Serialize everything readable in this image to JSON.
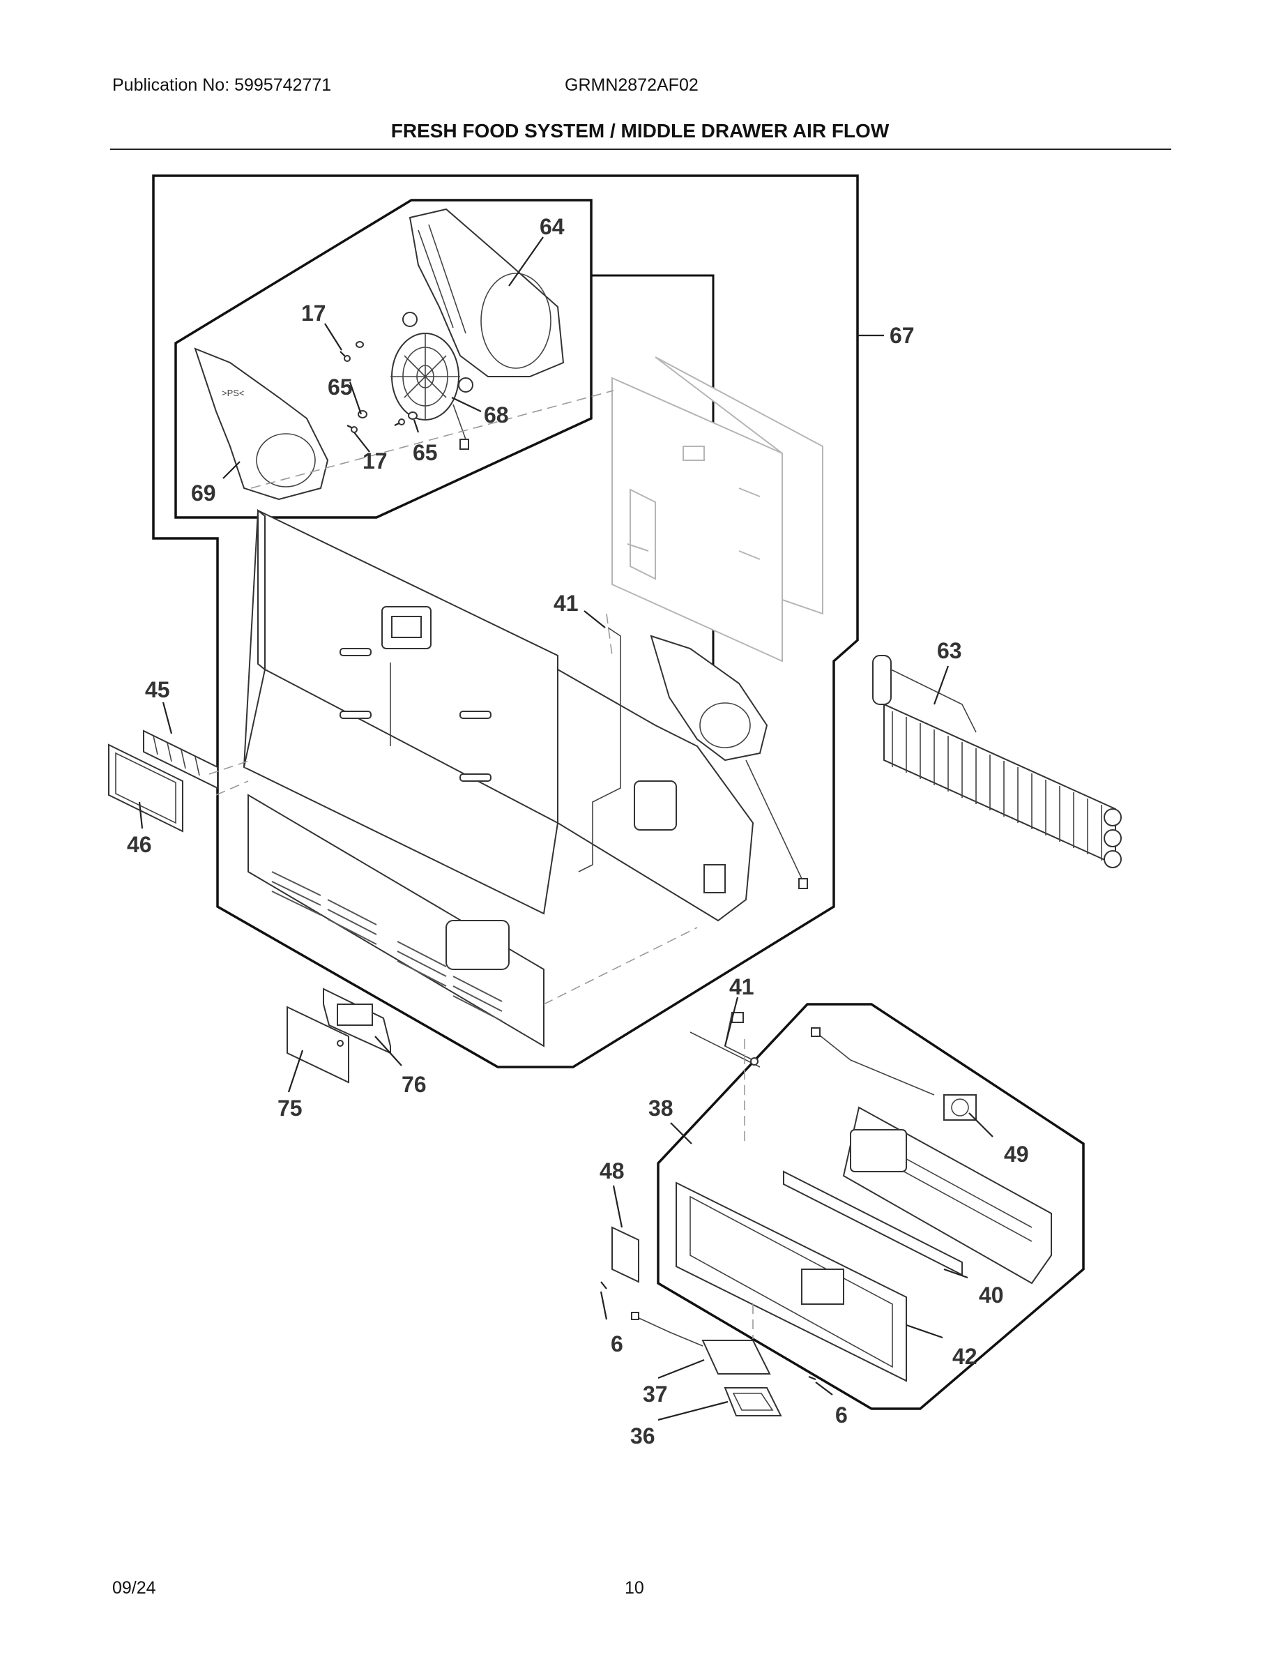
{
  "header": {
    "publication": "Publication No: 5995742771",
    "model": "GRMN2872AF02"
  },
  "title": "FRESH FOOD SYSTEM / MIDDLE DRAWER AIR FLOW",
  "footer": {
    "date": "09/24",
    "page": "10"
  },
  "callouts": {
    "c64": "64",
    "c17a": "17",
    "c65a": "65",
    "c68": "68",
    "c17b": "17",
    "c65b": "65",
    "c69": "69",
    "c67": "67",
    "c41a": "41",
    "c63": "63",
    "c45": "45",
    "c46": "46",
    "c41b": "41",
    "c76": "76",
    "c75": "75",
    "c38": "38",
    "c48": "48",
    "c49": "49",
    "c40": "40",
    "c6a": "6",
    "c42": "42",
    "c37": "37",
    "c6b": "6",
    "c36": "36"
  }
}
